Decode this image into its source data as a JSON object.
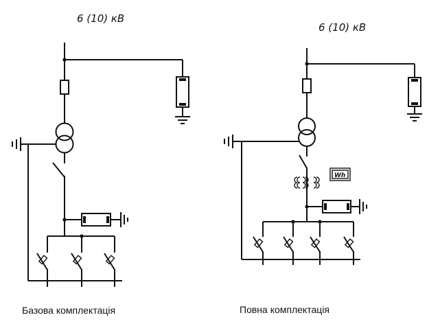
{
  "left_scheme": {
    "voltage_label": "6 (10) кВ",
    "caption": "Базова комплектація"
  },
  "right_scheme": {
    "voltage_label": "6 (10) кВ",
    "caption": "Повна комплектація",
    "meter_label": "Wh"
  }
}
